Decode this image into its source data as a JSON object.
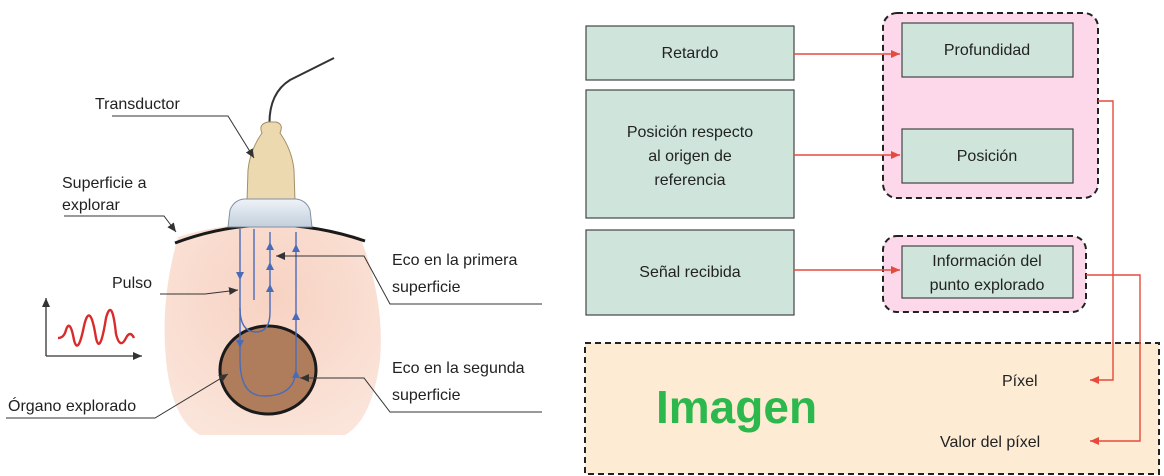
{
  "left_panel": {
    "labels": {
      "transductor": "Transductor",
      "superficie_line1": "Superficie a",
      "superficie_line2": "explorar",
      "pulso": "Pulso",
      "eco1_line1": "Eco en la primera",
      "eco1_line2": "superficie",
      "eco2_line1": "Eco en la segunda",
      "eco2_line2": "superficie",
      "organo": "Órgano explorado"
    }
  },
  "right_panel": {
    "inputs": {
      "retardo": "Retardo",
      "posicion_ref_line1": "Posición respecto",
      "posicion_ref_line2": "al origen de",
      "posicion_ref_line3": "referencia",
      "senal": "Señal recibida"
    },
    "outputs": {
      "profundidad": "Profundidad",
      "posicion": "Posición",
      "info_line1": "Información del",
      "info_line2": "punto explorado"
    },
    "image_box": {
      "title": "Imagen",
      "pixel": "Píxel",
      "pixel_value": "Valor del píxel"
    }
  },
  "colors": {
    "input_box_fill": "#cfe5dc",
    "output_group_fill": "#fcd8ea",
    "image_box_fill": "#fdebd3",
    "arrow_red": "#e64a3c",
    "title_green": "#2db84d",
    "skin": "#f9ddd0",
    "organ": "#b07d5c",
    "probe_tan": "#ecd9b0",
    "probe_head": "#d5dfe9",
    "wave_red": "#d92b2b",
    "beam_blue": "#4a6cb8"
  }
}
